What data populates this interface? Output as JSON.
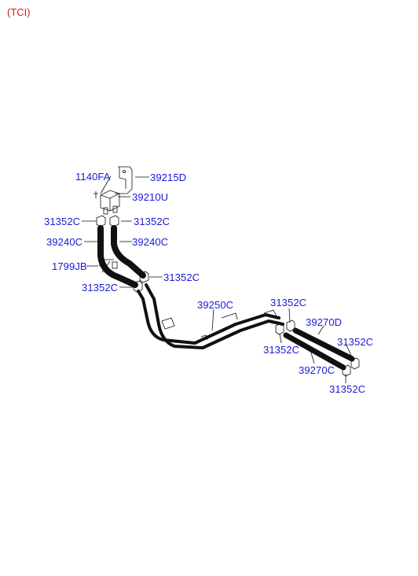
{
  "header": {
    "variant": "(TCI)"
  },
  "colors": {
    "variant": "#d61a1a",
    "part_label": "#1a1ad6",
    "drawing": "#111111"
  },
  "labels": {
    "p1140FA": "1140FA",
    "p39215D": "39215D",
    "p39210U": "39210U",
    "p31352C_a": "31352C",
    "p31352C_b": "31352C",
    "p39240C_a": "39240C",
    "p39240C_b": "39240C",
    "p1799JB": "1799JB",
    "p31352C_c": "31352C",
    "p31352C_d": "31352C",
    "p39250C": "39250C",
    "p31352C_e": "31352C",
    "p39270D": "39270D",
    "p31352C_f": "31352C",
    "p31352C_g": "31352C",
    "p39270C": "39270C",
    "p31352C_h": "31352C"
  }
}
